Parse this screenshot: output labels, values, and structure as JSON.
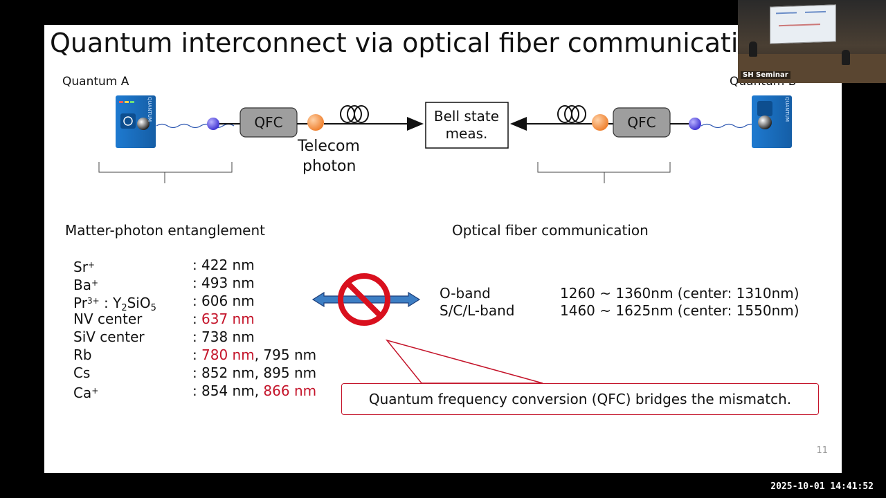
{
  "slide": {
    "title": "Quantum interconnect via optical fiber communication",
    "page_number": "11"
  },
  "diagram": {
    "quantum_a_label": "Quantum A",
    "quantum_b_label": "Quantum B",
    "qfc_left_label": "QFC",
    "qfc_right_label": "QFC",
    "telecom_label_line1": "Telecom",
    "telecom_label_line2": "photon",
    "bell_line1": "Bell state",
    "bell_line2": "meas.",
    "device_text": "QUANTUM"
  },
  "left_section": {
    "heading": "Matter-photon entanglement",
    "rows": [
      {
        "name": "Sr",
        "sup": "+",
        "sep": ":",
        "v1": "422 nm",
        "v1_red": false
      },
      {
        "name": "Ba",
        "sup": "+",
        "sep": ":",
        "v1": "493 nm",
        "v1_red": false
      },
      {
        "name": "Pr",
        "sup": "3+",
        "name_suffix": " : Y",
        "sub1": "2",
        "mid": "SiO",
        "sub2": "5",
        "sep": ":",
        "v1": "606 nm",
        "v1_red": false
      },
      {
        "name": "NV center",
        "sep": ":",
        "v1": "637 nm",
        "v1_red": true
      },
      {
        "name": "SiV center",
        "sep": ":",
        "v1": "738 nm",
        "v1_red": false
      },
      {
        "name": "Rb",
        "sep": ":",
        "v1": "780 nm",
        "v1_red": true,
        "comma": ", ",
        "v2": "795 nm",
        "v2_red": false
      },
      {
        "name": "Cs",
        "sep": ":",
        "v1": "852 nm",
        "v1_red": false,
        "comma": ", ",
        "v2": "895 nm",
        "v2_red": false
      },
      {
        "name": "Ca",
        "sup": "+",
        "sep": ":",
        "v1": "854 nm",
        "v1_red": false,
        "comma": ", ",
        "v2": "866 nm",
        "v2_red": true
      }
    ]
  },
  "right_section": {
    "heading": "Optical fiber communication",
    "bands": [
      {
        "name": "O-band",
        "range": "1260 ~ 1360nm (center: 1310nm)"
      },
      {
        "name": "S/C/L-band",
        "range": "1460 ~ 1625nm (center: 1550nm)"
      }
    ]
  },
  "callout": {
    "text": "Quantum frequency conversion (QFC) bridges the mismatch."
  },
  "webcam": {
    "label": "SH Seminar"
  },
  "timestamp": "2025-10-01  14:41:52",
  "colors": {
    "accent_red": "#c4142a",
    "qfc_box": "#9e9e9e",
    "purple_photon": "#4b3fd6",
    "orange_photon": "#f08a3c",
    "device_blue": "#1c78c8",
    "arrow_blue": "#3d7ec4"
  }
}
